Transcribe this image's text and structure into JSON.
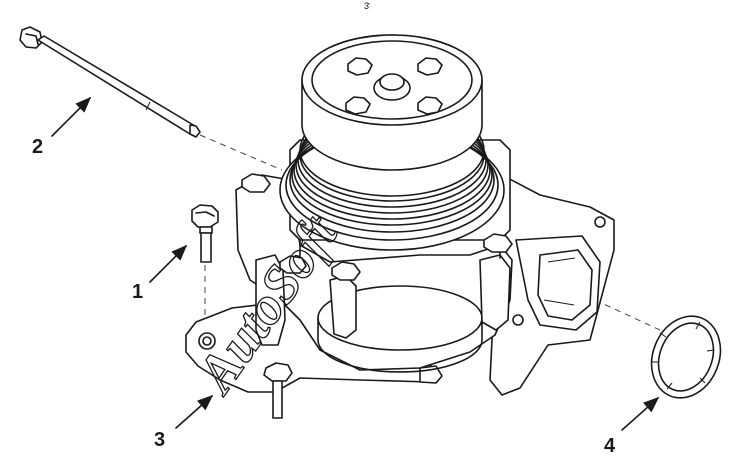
{
  "callouts": {
    "c1": "1",
    "c2": "2",
    "c3": "3",
    "c4": "4"
  },
  "watermark": "AutoSoft",
  "top_marker": "3̄",
  "colors": {
    "line": "#1a1a1a",
    "background": "#ffffff"
  }
}
